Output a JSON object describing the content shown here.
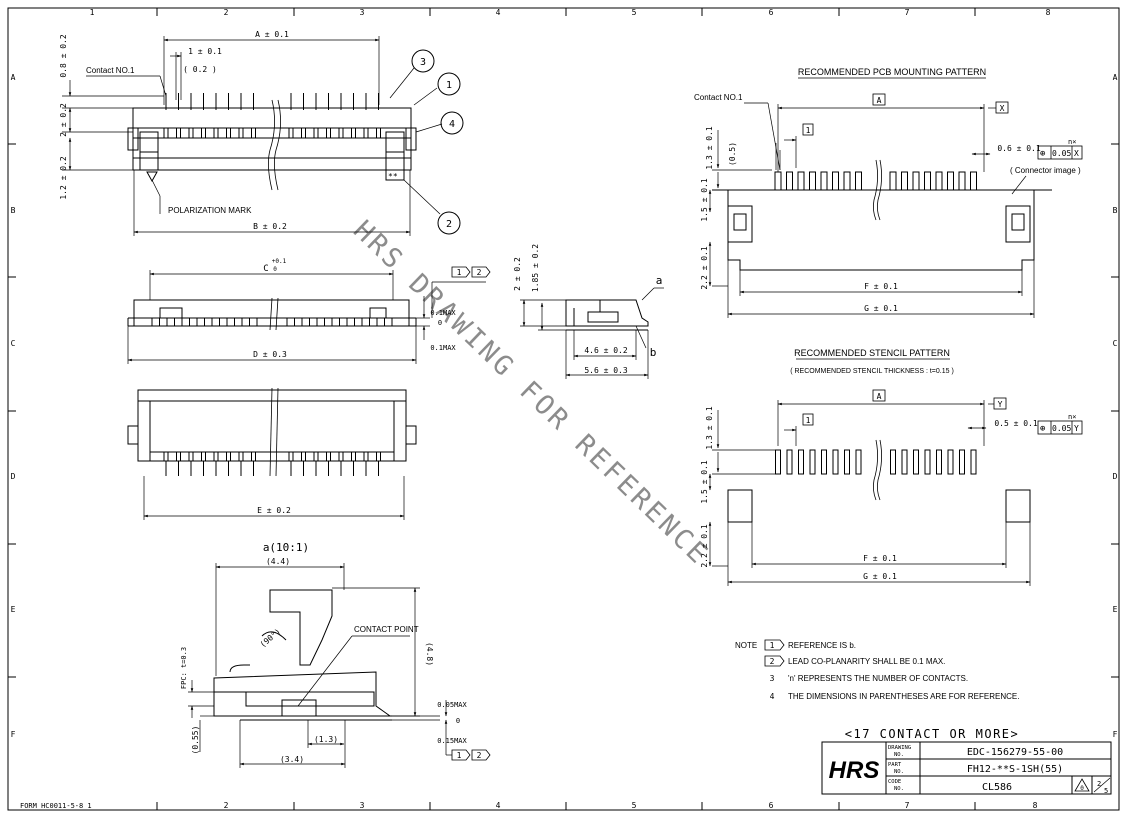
{
  "frame": {
    "columns": [
      "1",
      "2",
      "3",
      "4",
      "5",
      "6",
      "7",
      "8"
    ],
    "rows": [
      "A",
      "B",
      "C",
      "D",
      "E",
      "F"
    ],
    "form_no": "FORM HC0011-5-8 1"
  },
  "watermark": "HRS DRAWING FOR REFERENCE",
  "top_view": {
    "dims": {
      "a": "A ± 0.1",
      "pitch": "1 ± 0.1",
      "pitch_ref": "( 0.2 )",
      "b": "B ± 0.2",
      "v1": "0.8 ± 0.2",
      "v2": "2 ± 0.2",
      "v3": "1.2 ± 0.2"
    },
    "labels": {
      "contact_no1": "Contact NO.1",
      "polarization": "POLARIZATION MARK",
      "marking": "**"
    },
    "callouts": [
      "1",
      "2",
      "3",
      "4"
    ]
  },
  "front_view": {
    "dims": {
      "c": "C",
      "c_tol_plus": "+0.1",
      "c_tol_zero": "0",
      "d": "D ± 0.3",
      "max1": "0.1MAX",
      "zero": "0",
      "max2": "0.1MAX",
      "ref_1": "1",
      "ref_2": "2"
    }
  },
  "bottom_view": {
    "dims": {
      "e": "E ± 0.2"
    }
  },
  "side_view": {
    "dims": {
      "h1": "2 ± 0.2",
      "h2": "1.85 ± 0.2",
      "w1": "4.6 ± 0.2",
      "w2": "5.6 ± 0.3",
      "a_label": "a",
      "b_label": "b"
    }
  },
  "detail_a": {
    "title": "a(10:1)",
    "dims": {
      "w": "(4.4)",
      "h": "(4.8)",
      "angle": "(90°)",
      "fpc": "FPC: t=0.3",
      "off": "(0.55)",
      "c13": "(1.3)",
      "c34": "(3.4)",
      "m05": "0.05MAX",
      "zero": "0",
      "m15": "0.15MAX"
    },
    "contact_point": "CONTACT POINT"
  },
  "pcb_pattern": {
    "title": "RECOMMENDED PCB MOUNTING PATTERN",
    "contact_no1": "Contact NO.1",
    "dims": {
      "a": "A",
      "x": "X",
      "one": "1",
      "c05": "(0.5)",
      "v13": "1.3 ± 0.1",
      "v15": "1.5 ± 0.1",
      "v22": "2.2 ± 0.1",
      "w06": "0.6 ± 0.1",
      "f": "F ± 0.1",
      "g": "G ± 0.1"
    },
    "gtol": {
      "sym": "⊕",
      "val": "0.05",
      "datum": "X",
      "n": "n×"
    },
    "connector_image": "( Connector image )"
  },
  "stencil_pattern": {
    "title": "RECOMMENDED STENCIL PATTERN",
    "subtitle": "( RECOMMENDED STENCIL THICKNESS : t=0.15 )",
    "dims": {
      "a": "A",
      "y": "Y",
      "one": "1",
      "v13": "1.3 ± 0.1",
      "v15": "1.5 ± 0.1",
      "v22": "2.2 ± 0.1",
      "w05": "0.5 ± 0.1",
      "f": "F ± 0.1",
      "g": "G ± 0.1"
    },
    "gtol": {
      "sym": "⊕",
      "val": "0.05",
      "datum": "Y",
      "n": "n×"
    }
  },
  "notes": {
    "label": "NOTE",
    "items": [
      {
        "num": "1",
        "text": "REFERENCE IS b."
      },
      {
        "num": "2",
        "text": "LEAD CO-PLANARITY SHALL BE 0.1 MAX."
      },
      {
        "num": "3",
        "text": "'n' REPRESENTS THE NUMBER OF CONTACTS."
      },
      {
        "num": "4",
        "text": "THE DIMENSIONS IN PARENTHESES ARE FOR REFERENCE."
      }
    ]
  },
  "title_block": {
    "header": "<17 CONTACT OR MORE>",
    "logo": "HRS",
    "rows": [
      {
        "label1": "DRAWING",
        "label2": "NO.",
        "value": "EDC-156279-55-00"
      },
      {
        "label1": "PART",
        "label2": "NO.",
        "value": "FH12-**S-1SH(55)"
      },
      {
        "label1": "CODE",
        "label2": "NO.",
        "value": "CL586"
      }
    ],
    "revision": "0",
    "sheet": "2",
    "sheets_total": "5"
  }
}
